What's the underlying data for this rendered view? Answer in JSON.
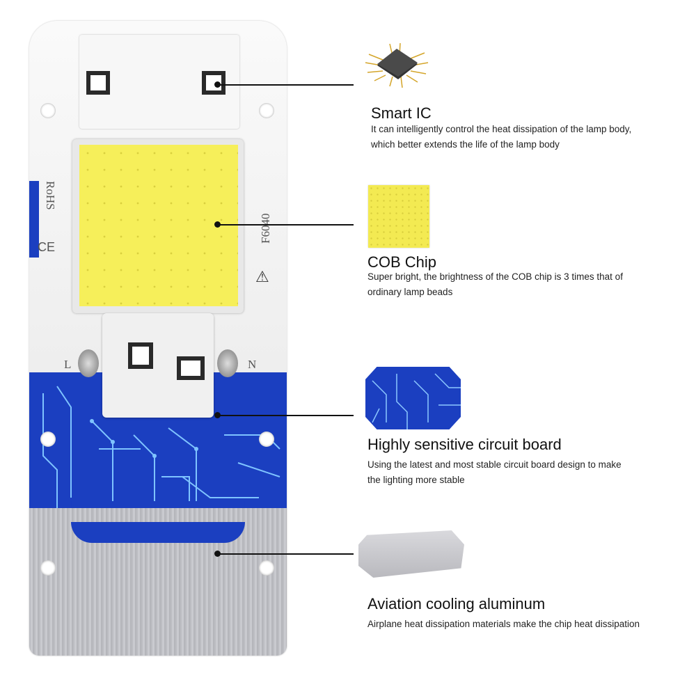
{
  "product_markings": {
    "rohs": "RoHS",
    "ce": "CE",
    "model": "F6040",
    "live": "L",
    "neutral": "N"
  },
  "features": [
    {
      "title": "Smart IC",
      "description_lines": [
        "It can intelligently control the heat dissipation of the lamp body,",
        "which better extends the life of the lamp body"
      ],
      "icon": "ic-chip-icon"
    },
    {
      "title": "COB Chip",
      "description_lines": [
        "Super bright, the brightness of the COB chip is 3 times that of",
        "ordinary lamp beads"
      ],
      "icon": "cob-chip-icon"
    },
    {
      "title": "Highly sensitive circuit board",
      "description_lines": [
        "Using the latest and most stable circuit board design to make",
        "the lighting more stable"
      ],
      "icon": "circuit-board-icon"
    },
    {
      "title": "Aviation cooling aluminum",
      "description_lines": [
        "Airplane heat dissipation materials make the chip heat dissipation"
      ],
      "icon": "aluminum-plate-icon"
    }
  ],
  "colors": {
    "board_blue": "#1b3fc0",
    "cob_yellow": "#f6ef5a",
    "trace": "#7fc4ff",
    "aluminum": "#c0c1c6"
  }
}
